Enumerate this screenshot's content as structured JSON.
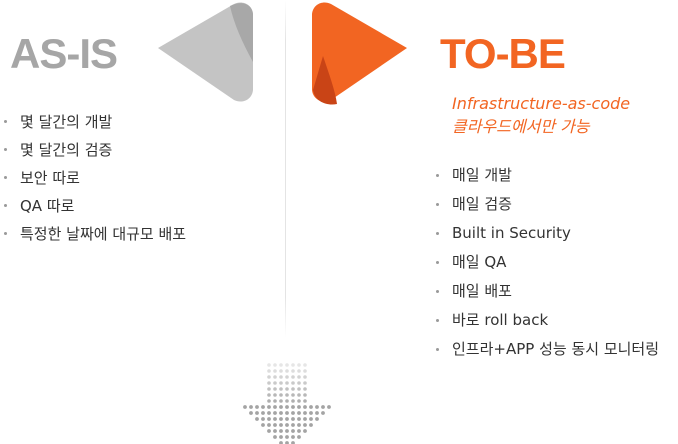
{
  "as_is": {
    "title": "AS-IS",
    "items": [
      "몇 달간의 개발",
      "몇 달간의 검증",
      "보안 따로",
      "QA 따로",
      "특정한 날짜에 대규모 배포"
    ]
  },
  "to_be": {
    "title": "TO-BE",
    "subtitle_line1": "Infrastructure-as-code",
    "subtitle_line2": "클라우드에서만 가능",
    "items": [
      "매일 개발",
      "매일 검증",
      "Built in Security",
      "매일 QA",
      "매일 배포",
      "바로 roll back",
      "인프라+APP 성능 동시 모니터링"
    ]
  },
  "colors": {
    "orange": "#f26522",
    "orange_dark": "#c94416",
    "gray": "#c4c4c4",
    "gray_dark": "#a8a8a8",
    "text": "#333333"
  },
  "icons": {
    "left_arrow": "gray-triangle-arrow-left-icon",
    "right_arrow": "orange-triangle-arrow-right-icon",
    "down_arrow": "dotted-arrow-down-icon"
  }
}
